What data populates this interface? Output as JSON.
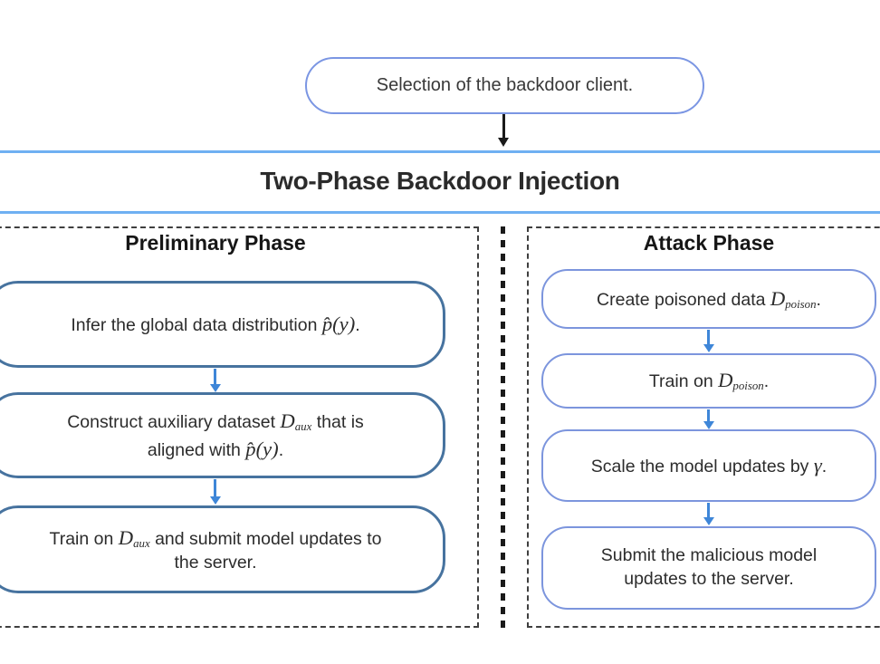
{
  "top_box": {
    "text": "Selection of the backdoor client."
  },
  "banner": {
    "title": "Two-Phase Backdoor Injection"
  },
  "preliminary_phase": {
    "header": "Preliminary Phase",
    "boxes": [
      {
        "segments": [
          {
            "t": "Infer the global data distribution ",
            "s": "t"
          },
          {
            "t": "p̂(y)",
            "s": "m"
          },
          {
            "t": ".",
            "s": "t"
          }
        ]
      },
      {
        "segments": [
          {
            "t": "Construct auxiliary dataset ",
            "s": "t"
          },
          {
            "t": "D",
            "s": "m"
          },
          {
            "t": "aux",
            "s": "sub"
          },
          {
            "t": " that is",
            "s": "t"
          },
          {
            "t": "",
            "s": "br"
          },
          {
            "t": "aligned with ",
            "s": "t"
          },
          {
            "t": "p̂(y)",
            "s": "m"
          },
          {
            "t": ".",
            "s": "t"
          }
        ]
      },
      {
        "segments": [
          {
            "t": "Train on ",
            "s": "t"
          },
          {
            "t": "D",
            "s": "m"
          },
          {
            "t": "aux",
            "s": "sub"
          },
          {
            "t": " and submit model updates to",
            "s": "t"
          },
          {
            "t": "",
            "s": "br"
          },
          {
            "t": "the server.",
            "s": "t"
          }
        ]
      }
    ]
  },
  "attack_phase": {
    "header": "Attack Phase",
    "boxes": [
      {
        "segments": [
          {
            "t": "Create poisoned data ",
            "s": "t"
          },
          {
            "t": "D",
            "s": "m"
          },
          {
            "t": "poison",
            "s": "sub"
          },
          {
            "t": ".",
            "s": "t"
          }
        ]
      },
      {
        "segments": [
          {
            "t": "Train on ",
            "s": "t"
          },
          {
            "t": "D",
            "s": "m"
          },
          {
            "t": "poison",
            "s": "sub"
          },
          {
            "t": ".",
            "s": "t"
          }
        ]
      },
      {
        "segments": [
          {
            "t": "Scale the model updates by ",
            "s": "t"
          },
          {
            "t": "γ",
            "s": "m"
          },
          {
            "t": ".",
            "s": "t"
          }
        ]
      },
      {
        "segments": [
          {
            "t": "Submit the malicious model",
            "s": "t"
          },
          {
            "t": "",
            "s": "br"
          },
          {
            "t": "updates to the server.",
            "s": "t"
          }
        ]
      }
    ]
  },
  "colors": {
    "top_box_border": "#7b96e3",
    "banner_line": "#6fb0f2",
    "left_box_border": "#47739f",
    "right_box_border": "#7c95dd",
    "arrow_blue": "#3e86d8",
    "arrow_black": "#1a1a1a",
    "panel_dash": "#3f3f3f",
    "text": "#2c2c2c"
  }
}
